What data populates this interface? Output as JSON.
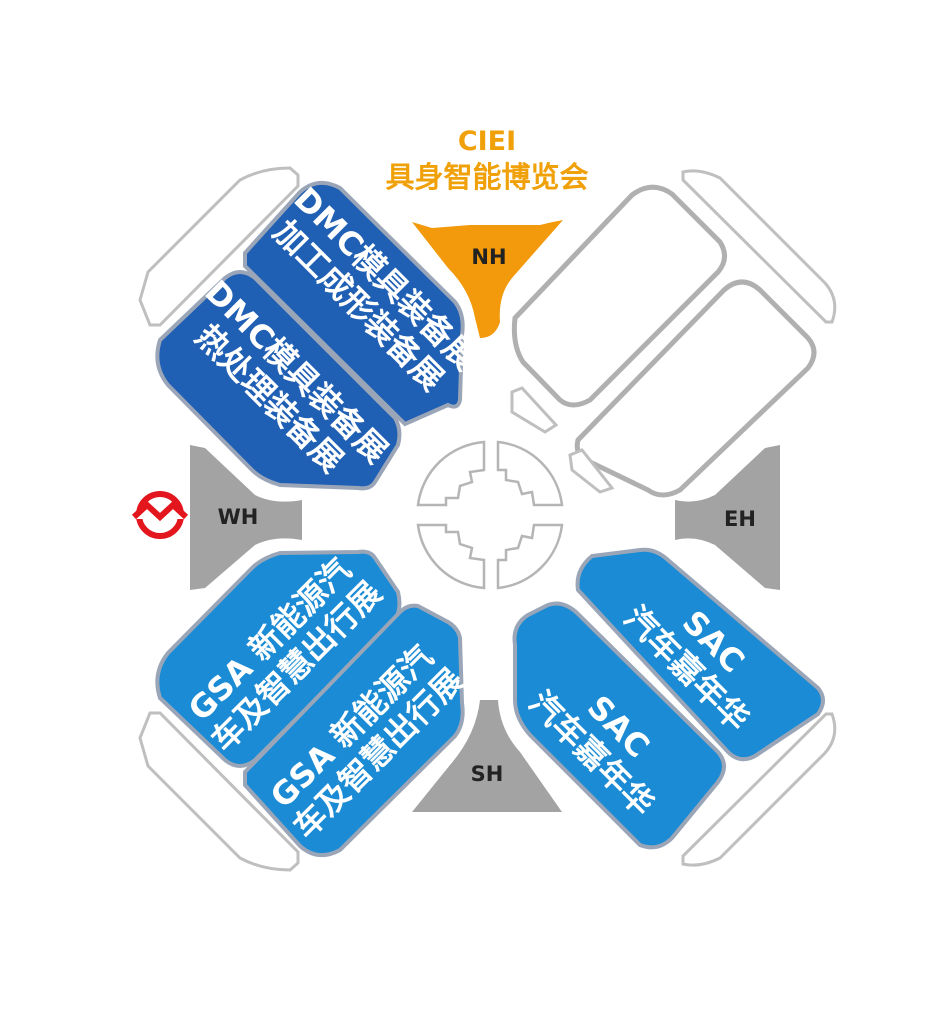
{
  "title": {
    "line1": "CIEI",
    "line2": "具身智能博览会",
    "color": "#f0a10a"
  },
  "lobbies": {
    "north": {
      "label": "NH",
      "color": "#f29a0c"
    },
    "west": {
      "label": "WH",
      "color": "#a3a3a3"
    },
    "east": {
      "label": "EH",
      "color": "#a3a3a3"
    },
    "south": {
      "label": "SH",
      "color": "#a3a3a3"
    }
  },
  "halls": {
    "nw_outer": {
      "line1": "DMC模具装备展",
      "line2": "加工成形装备展",
      "color": "#1f5fb4"
    },
    "nw_inner": {
      "line1": "DMC模具装备展",
      "line2": "热处理装备展",
      "color": "#1f5fb4"
    },
    "sw_outer": {
      "line1": "GSA 新能源汽",
      "line2": "车及智慧出行展",
      "color": "#1a8bd4"
    },
    "sw_inner": {
      "line1": "GSA 新能源汽",
      "line2": "车及智慧出行展",
      "color": "#1a8bd4"
    },
    "se_outer": {
      "line1": "SAC",
      "line2": "汽车嘉年华",
      "color": "#1a8bd4"
    },
    "se_inner": {
      "line1": "SAC",
      "line2": "汽车嘉年华",
      "color": "#1a8bd4"
    }
  },
  "metro_icon": {
    "name": "metro-logo-icon",
    "color": "#e3151d"
  }
}
